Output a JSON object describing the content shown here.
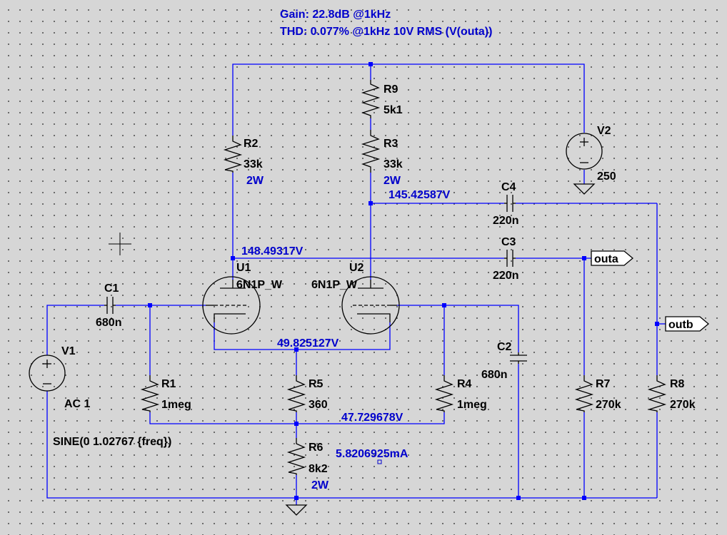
{
  "directives": {
    "gain": "Gain: 22.8dB @1kHz",
    "thd": "THD: 0.077% @1kHz 10V RMS (V(outa))"
  },
  "components": {
    "R1": {
      "name": "R1",
      "value": "1meg"
    },
    "R2": {
      "name": "R2",
      "value": "33k",
      "power": "2W"
    },
    "R3": {
      "name": "R3",
      "value": "33k",
      "power": "2W"
    },
    "R4": {
      "name": "R4",
      "value": "1meg"
    },
    "R5": {
      "name": "R5",
      "value": "360"
    },
    "R6": {
      "name": "R6",
      "value": "8k2",
      "power": "2W"
    },
    "R7": {
      "name": "R7",
      "value": "270k"
    },
    "R8": {
      "name": "R8",
      "value": "270k"
    },
    "R9": {
      "name": "R9",
      "value": "5k1"
    },
    "C1": {
      "name": "C1",
      "value": "680n"
    },
    "C2": {
      "name": "C2",
      "value": "680n"
    },
    "C3": {
      "name": "C3",
      "value": "220n"
    },
    "C4": {
      "name": "C4",
      "value": "220n"
    },
    "U1": {
      "name": "U1",
      "model": "6N1P_W"
    },
    "U2": {
      "name": "U2",
      "model": "6N1P_W"
    },
    "V1": {
      "name": "V1",
      "value": "AC 1",
      "source": "SINE(0 1.02767 {freq})"
    },
    "V2": {
      "name": "V2",
      "value": "250"
    }
  },
  "node_voltages": {
    "u2_plate": "145.42587V",
    "u1_plate": "148.49317V",
    "cathode": "49.825127V",
    "grid_bias": "47.729678V",
    "current": "5.8206925mA"
  },
  "net_labels": {
    "outa": "outa",
    "outb": "outb"
  },
  "colors": {
    "background": "#d6d6d6",
    "wire": "#0000ff",
    "component": "#000000",
    "annotation": "#0000cc"
  }
}
